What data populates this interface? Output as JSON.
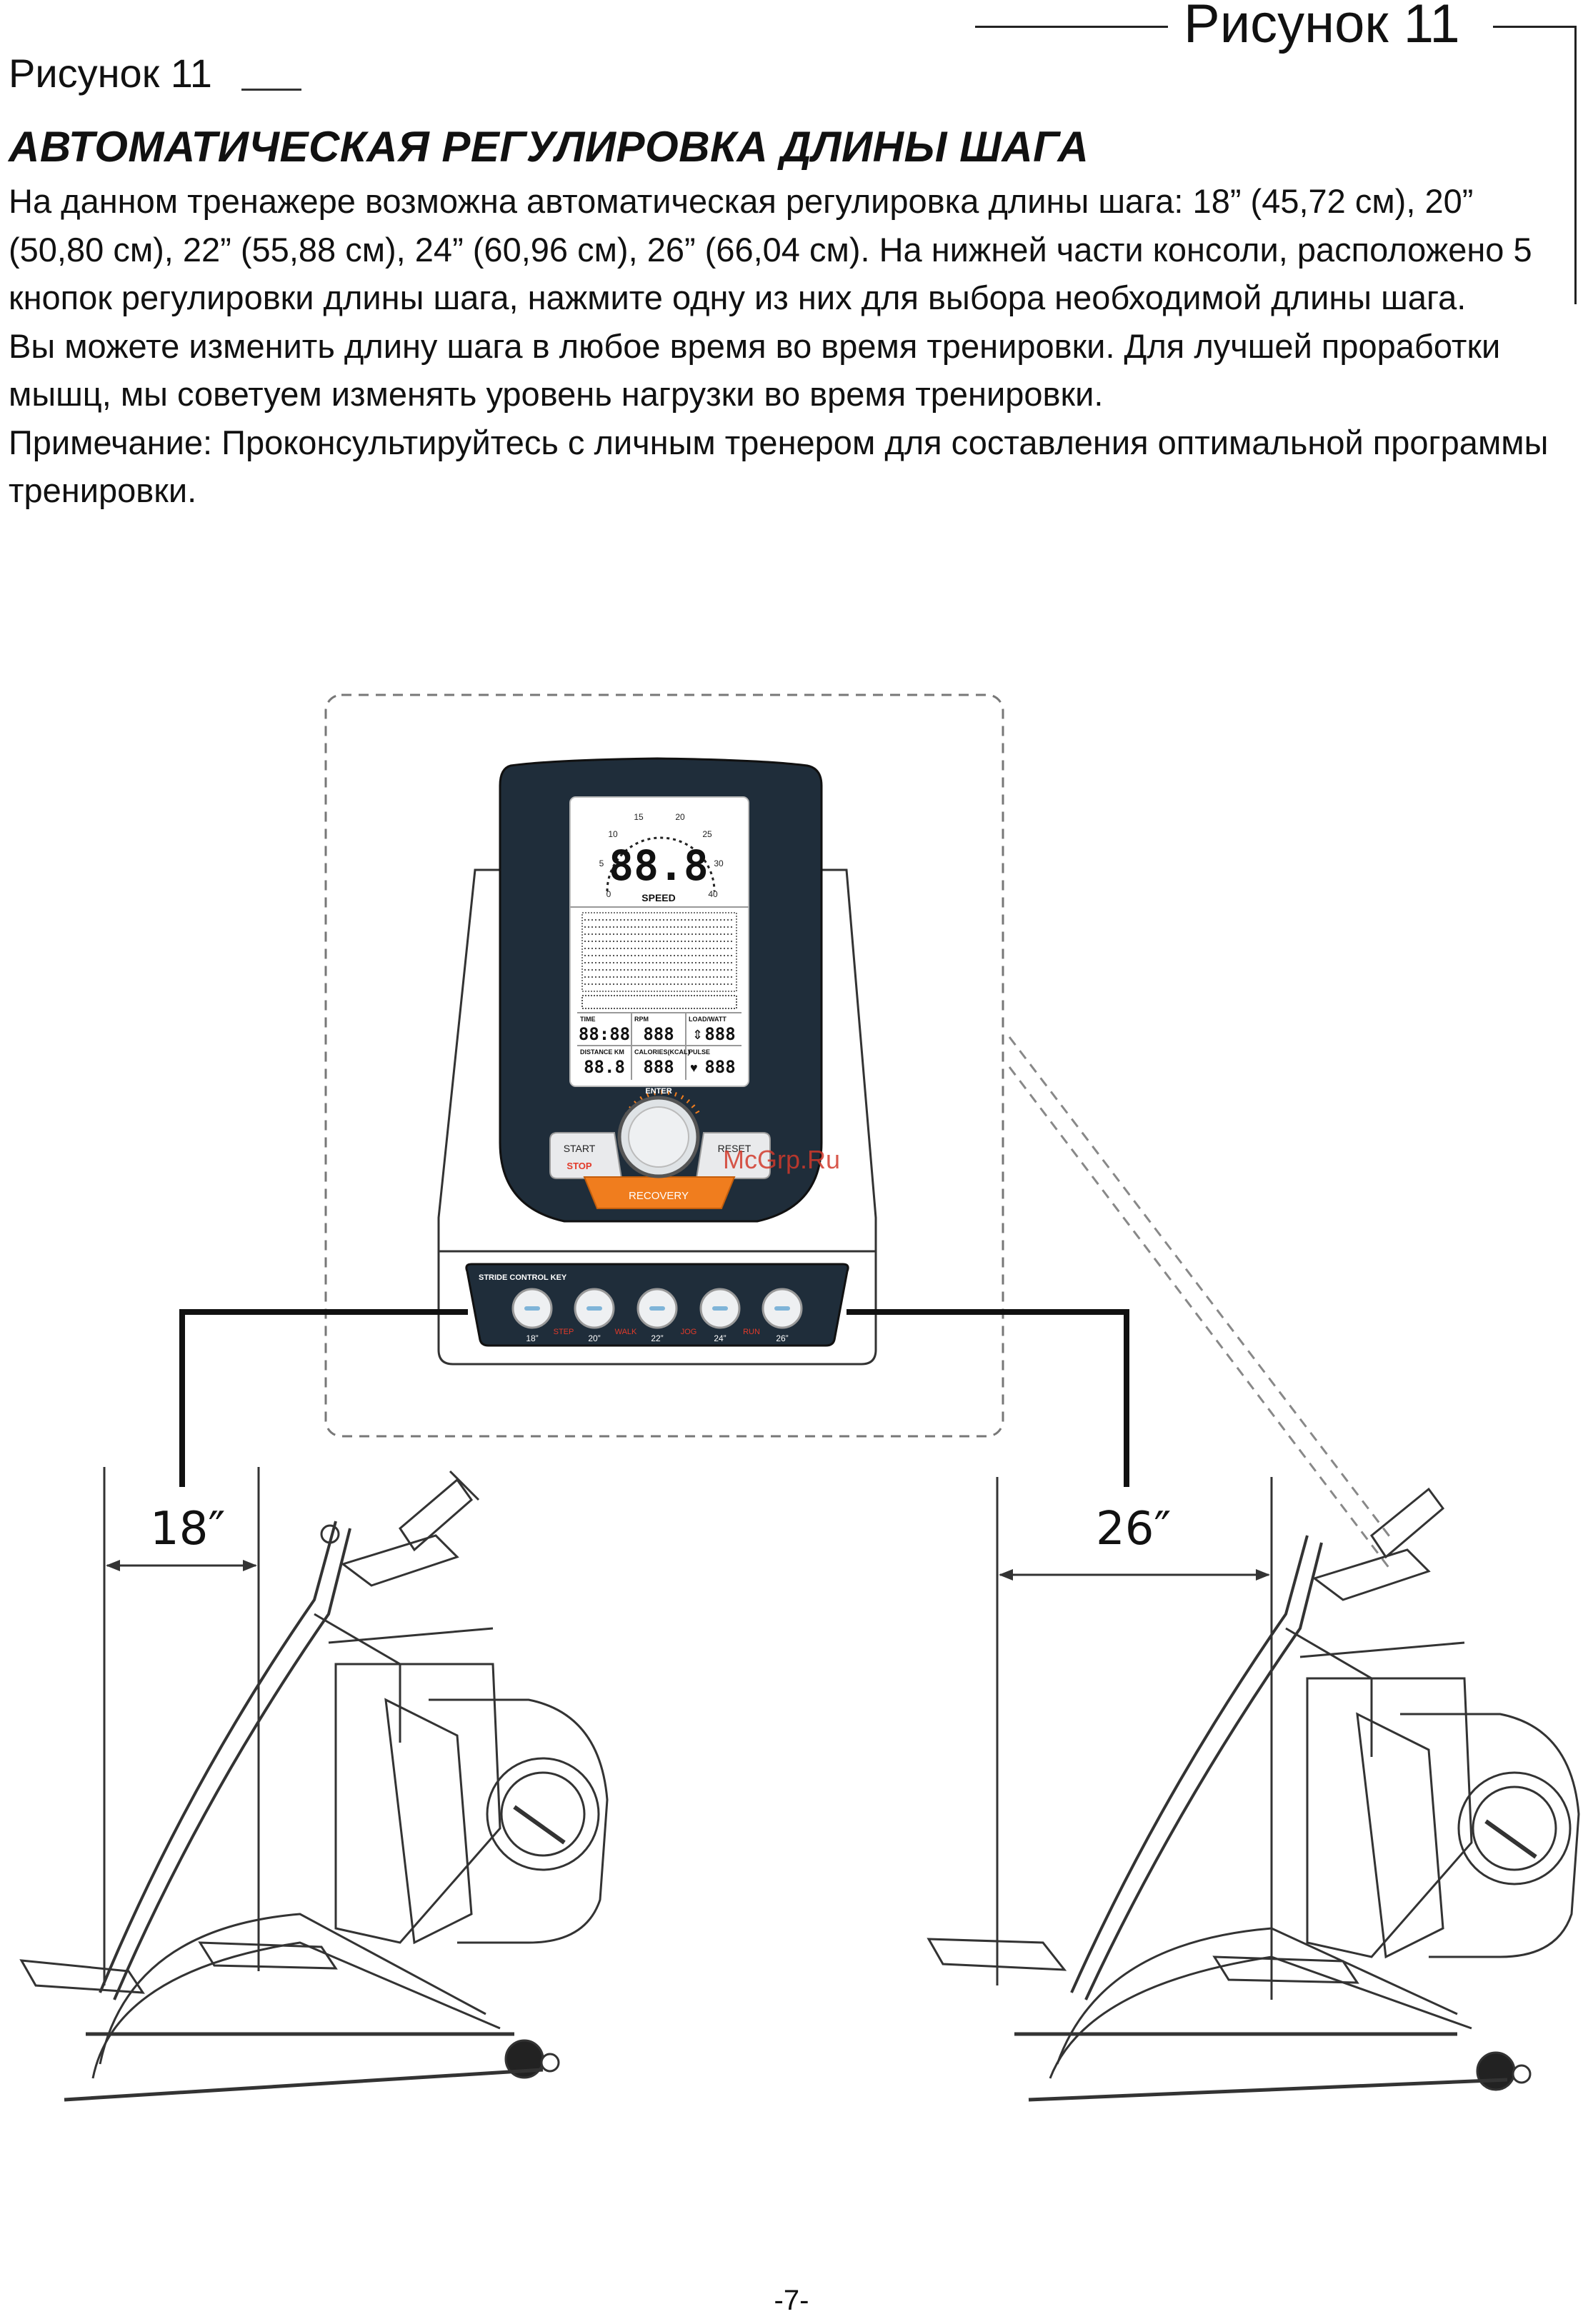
{
  "header": {
    "figure_label_top": "Рисунок 11",
    "figure_label": "Рисунок 11"
  },
  "section": {
    "heading": "АВТОМАТИЧЕСКАЯ РЕГУЛИРОВКА ДЛИНЫ ШАГА",
    "paragraphs": [
      "На данном тренажере возможна автоматическая регулировка длины шага: 18” (45,72 см), 20” (50,80 см), 22” (55,88 см), 24” (60,96 см), 26” (66,04 см). На нижней части консоли, расположено 5 кнопок регулировки длины шага, нажмите одну из них для выбора необходимой длины шага.",
      "Вы можете изменить длину шага в любое время во время тренировки. Для лучшей проработки мышц, мы советуем изменять уровень нагрузки во время тренировки.",
      "Примечание: Проконсультируйтесь с личным тренером для составления оптимальной программы тренировки."
    ]
  },
  "console": {
    "speed_ticks": [
      "0",
      "5",
      "10",
      "15",
      "20",
      "25",
      "30",
      "40"
    ],
    "speed_digits": "88.8",
    "speed_label": "SPEED",
    "fields": [
      {
        "label": "TIME",
        "value": "88:88"
      },
      {
        "label": "RPM",
        "value": "888"
      },
      {
        "label": "LOAD/WATT",
        "value": "888"
      },
      {
        "label": "DISTANCE KM",
        "value": "88.8"
      },
      {
        "label": "CALORIES(KCAL)",
        "value": "888"
      },
      {
        "label": "PULSE",
        "value": "888"
      }
    ],
    "enter_label": "ENTER",
    "start_label": "START",
    "stop_label": "STOP",
    "reset_label": "RESET",
    "recovery_label": "RECOVERY",
    "stride_panel_label": "STRIDE CONTROL KEY",
    "stride_sizes": [
      "18”",
      "20”",
      "22”",
      "24”",
      "26”"
    ],
    "stride_modes": [
      "STEP",
      "WALK",
      "JOG",
      "RUN"
    ]
  },
  "dimensions": {
    "left_label": "18″",
    "right_label": "26″"
  },
  "watermark": "McGrp.Ru",
  "footer": {
    "page_number": "-7-"
  },
  "colors": {
    "console_dark": "#1f2d3a",
    "accent_orange": "#f07d1e",
    "accent_red": "#e23a2a",
    "button_blue": "#7fb4d8",
    "line": "#555555"
  }
}
